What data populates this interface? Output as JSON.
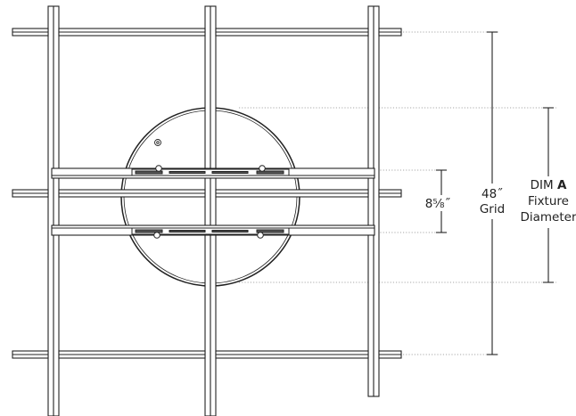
{
  "labels": {
    "bracket_spacing": "8⅝˝",
    "grid_size_line1": "48˝",
    "grid_size_line2": "Grid",
    "dim_prefix": "DIM ",
    "dim_letter": "A",
    "dim_line2": "Fixture",
    "dim_line3": "Diameter"
  }
}
